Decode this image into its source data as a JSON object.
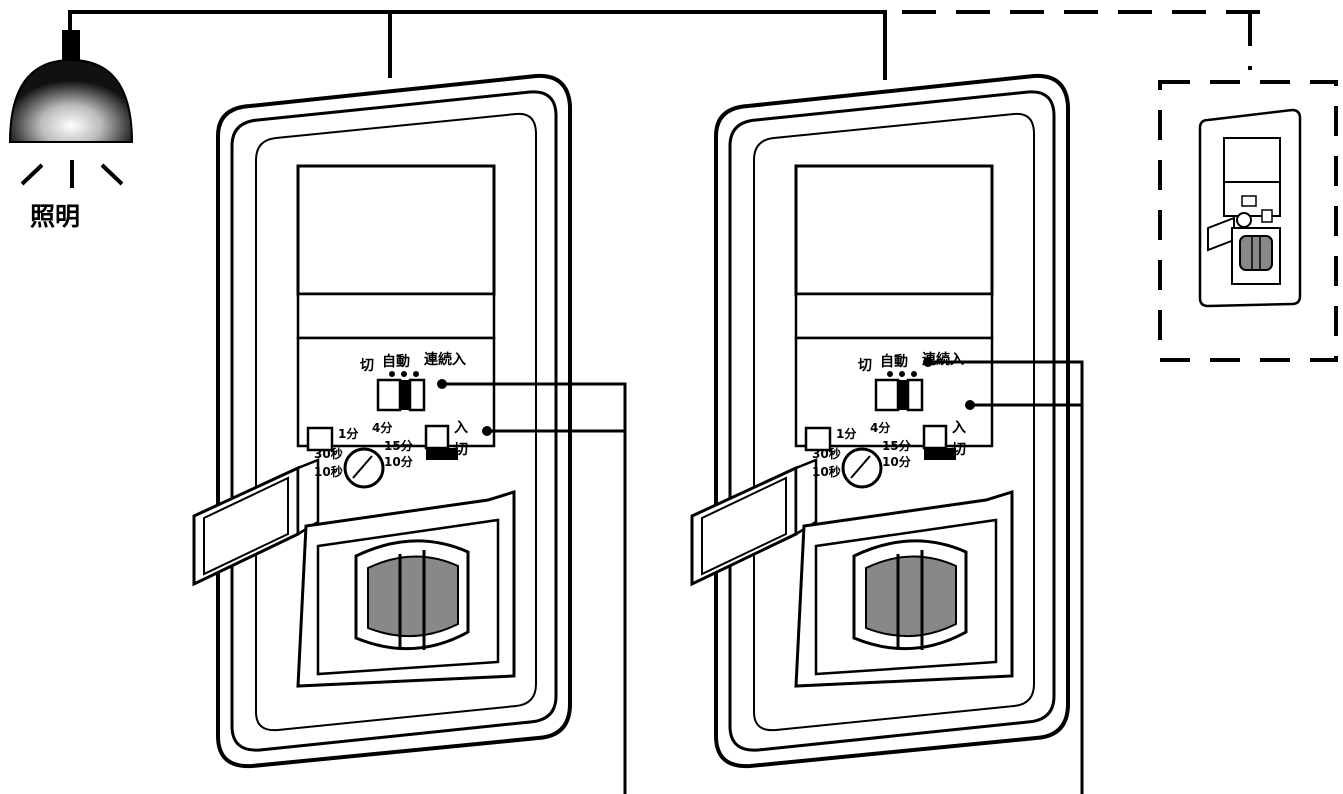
{
  "lamp": {
    "label": "照明",
    "icon": "pendant-lamp-icon"
  },
  "switch": {
    "mode_labels": {
      "off": "切",
      "auto": "自動",
      "continuous_on": "連続入"
    },
    "timer_labels": [
      "1分",
      "4分",
      "15分",
      "30秒",
      "10分",
      "10秒"
    ],
    "power_labels": {
      "on": "入",
      "off": "切"
    }
  },
  "colors": {
    "line": "#000000",
    "background": "#ffffff"
  }
}
